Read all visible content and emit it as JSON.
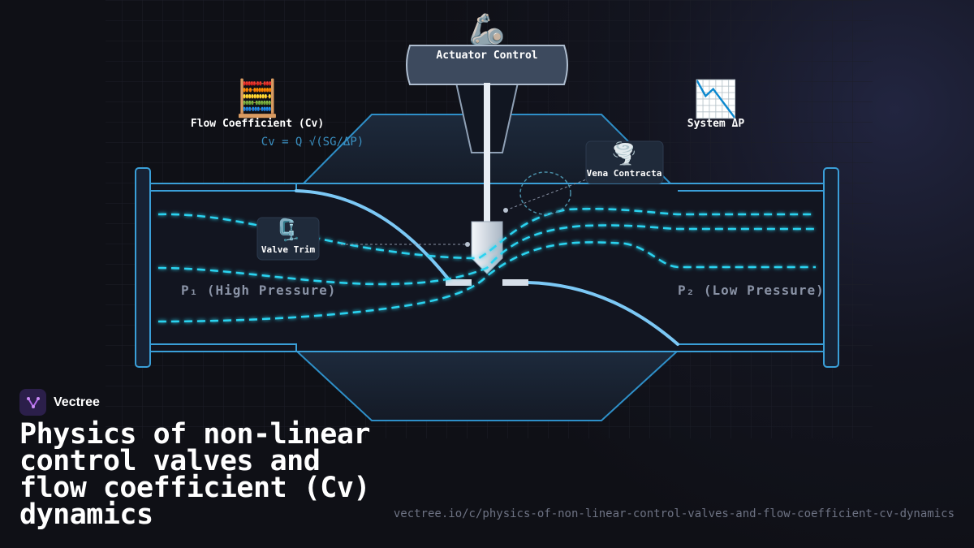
{
  "brand": {
    "name": "Vectree"
  },
  "title": "Physics of non-linear control valves and flow coefficient (Cv) dynamics",
  "url": "vectree.io/c/physics-of-non-linear-control-valves-and-flow-coefficient-cv-dynamics",
  "diagram": {
    "actuator": {
      "icon": "🦾",
      "label": "Actuator Control"
    },
    "flow_coefficient": {
      "icon": "🧮",
      "label": "Flow Coefficient (Cv)",
      "formula": "Cv = Q √(SG/ΔP)"
    },
    "system_dp": {
      "icon": "📉",
      "label": "System ΔP"
    },
    "vena_contracta": {
      "icon": "🌪️",
      "label": "Vena Contracta"
    },
    "valve_trim": {
      "icon": "🗜️",
      "label": "Valve Trim"
    },
    "p1": "P₁ (High Pressure)",
    "p2": "P₂ (Low Pressure)"
  },
  "colors": {
    "background": "#0f1016",
    "pipe_stroke": "#3a9fd8",
    "flow": "#29d3f0",
    "seat": "#7cc8f5",
    "stem": "#e8eef5"
  }
}
